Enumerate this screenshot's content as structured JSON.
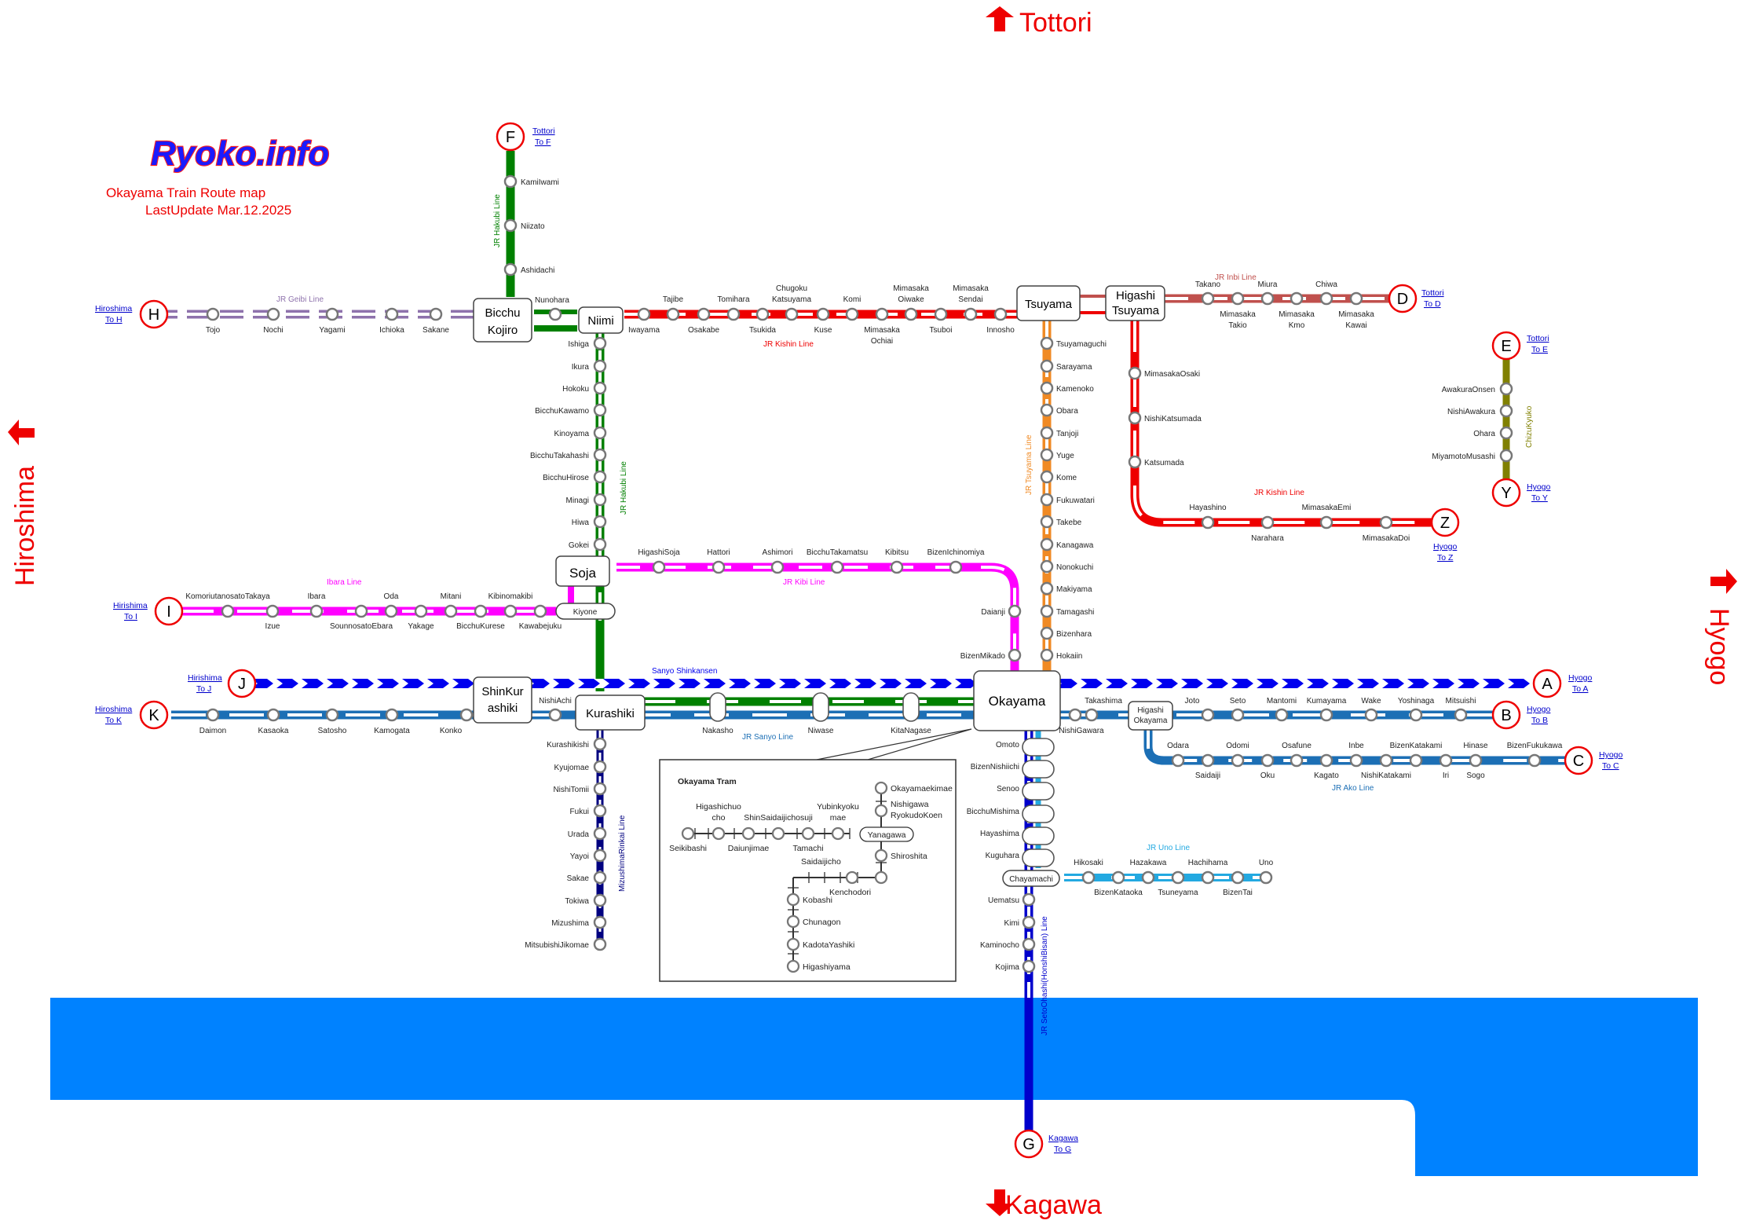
{
  "header": {
    "logo": "Ryoko.info",
    "title": "Okayama Train Route map",
    "updated": "LastUpdate Mar.12.2025"
  },
  "directions": {
    "north": "Tottori",
    "south": "Kagawa",
    "west": "Hiroshima",
    "east": "Hyogo"
  },
  "colors": {
    "hakubi": "#008000",
    "kishin": "#ee0000",
    "inbi": "#c0504d",
    "geibi": "#8e72ac",
    "ibara": "#ff00ff",
    "kibi": "#ff00ff",
    "shinkansen": "#0000ee",
    "sanyo": "#1c6fb5",
    "ako": "#1c6fb5",
    "tsuyama": "#f08a24",
    "uno": "#23a9e1",
    "seto": "#0000cc",
    "mizushima": "#000080",
    "chizu": "#808000",
    "sea": "#0082ff",
    "terminal": "#ee0000"
  },
  "lines": {
    "hakubi_n": "JR Hakubi Line",
    "hakubi_s": "JR Hakubi Line",
    "geibi": "JR Geibi Line",
    "kishin_w": "JR Kishin Line",
    "inbi": "JR Inbi Line",
    "kishin_e": "JR Kishin Line",
    "chizu": "ChizuKyuko",
    "ibara": "Ibara Line",
    "kibi": "JR Kibi Line",
    "shinkansen": "Sanyo Shinkansen",
    "sanyo": "JR Sanyo Line",
    "tsuyama": "JR Tsuyama Line",
    "ako": "JR Ako Line",
    "uno": "JR Uno Line",
    "mizushima": "MizushimaRinkai Line",
    "seto": "JR SetoOhashi(HonshiBisan) Line"
  },
  "hubs": {
    "okayama": "Okayama",
    "soja": "Soja",
    "bicchu_kojiro_1": "Bicchu",
    "bicchu_kojiro_2": "Kojiro",
    "niimi": "Niimi",
    "tsuyama": "Tsuyama",
    "higashi_tsuyama_1": "Higashi",
    "higashi_tsuyama_2": "Tsuyama",
    "shinkurashiki_1": "ShinKur",
    "shinkurashiki_2": "ashiki",
    "kurashiki": "Kurashiki",
    "kiyone": "Kiyone",
    "higashi_okayama_1": "Higashi",
    "higashi_okayama_2": "Okayama",
    "chayamachi": "Chayamachi"
  },
  "terminals": {
    "A": {
      "letter": "A",
      "to": "Hyogo",
      "label": "To A"
    },
    "B": {
      "letter": "B",
      "to": "Hyogo",
      "label": "To B"
    },
    "C": {
      "letter": "C",
      "to": "Hyogo",
      "label": "To C"
    },
    "D": {
      "letter": "D",
      "to": "Tottori",
      "label": "To D"
    },
    "E": {
      "letter": "E",
      "to": "Tottori",
      "label": "To E"
    },
    "F": {
      "letter": "F",
      "to": "Tottori",
      "label": "To F"
    },
    "G": {
      "letter": "G",
      "to": "Kagawa",
      "label": "To G"
    },
    "H": {
      "letter": "H",
      "to": "Hiroshima",
      "label": "To H"
    },
    "I": {
      "letter": "I",
      "to": "Hirishima",
      "label": "To I"
    },
    "J": {
      "letter": "J",
      "to": "Hirishima",
      "label": "To J"
    },
    "K": {
      "letter": "K",
      "to": "Hiroshima",
      "label": "To K"
    },
    "Y": {
      "letter": "Y",
      "to": "Hyogo",
      "label": "To Y"
    },
    "Z": {
      "letter": "Z",
      "to": "Hyogo",
      "label": "To Z"
    }
  },
  "stations": {
    "hakubi_north": [
      "KamiIwami",
      "Niizato",
      "Ashidachi",
      "Nunohara"
    ],
    "hakubi_south": [
      "Ishiga",
      "Ikura",
      "Hokoku",
      "BicchuKawamo",
      "Kinoyama",
      "BicchuTakahashi",
      "BicchuHirose",
      "Minagi",
      "Hiwa",
      "Gokei"
    ],
    "geibi": [
      "Tojo",
      "Nochi",
      "Yagami",
      "Ichioka",
      "Sakane"
    ],
    "kishin_west": [
      "Iwayama",
      "Tajibe",
      "Osakabe",
      "Tomihara",
      "Tsukida",
      "Chugoku",
      "Katsuyama",
      "Kuse",
      "Komi",
      "Mimasaka",
      "Ochiai",
      "Mimasaka",
      "Oiwake",
      "Tsuboi",
      "Mimasaka",
      "Sendai",
      "Innosho"
    ],
    "inbi": [
      "Takano",
      "Mimasaka",
      "Takio",
      "Miura",
      "Mimasaka",
      "Kmo",
      "Chiwa",
      "Mimasaka",
      "Kawai"
    ],
    "kishin_east": [
      "MimasakaOsaki",
      "NishiKatsumada",
      "Katsumada",
      "Hayashino",
      "Narahara",
      "MimasakaEmi",
      "MimasakaDoi"
    ],
    "chizu": [
      "AwakuraOnsen",
      "NishiAwakura",
      "Ohara",
      "MiyamotoMusashi"
    ],
    "tsuyama_line": [
      "Tsuyamaguchi",
      "Sarayama",
      "Kamenoko",
      "Obara",
      "Tanjoji",
      "Yuge",
      "Kome",
      "Fukuwatari",
      "Takebe",
      "Kanagawa",
      "Nonokuchi",
      "Makiyama",
      "Tamagashi",
      "Bizenhara",
      "Hokaiin"
    ],
    "kibi": [
      "HigashiSoja",
      "Hattori",
      "Ashimori",
      "BicchuTakamatsu",
      "Kibitsu",
      "BizenIchinomiya",
      "Daianji",
      "BizenMikado"
    ],
    "ibara": [
      "KomoriutanosatoTakaya",
      "Izue",
      "Ibara",
      "SounnosatoEbara",
      "Oda",
      "Yakage",
      "Mitani",
      "BicchuKurese",
      "Kibinomakibi",
      "Kawabejuku"
    ],
    "sanyo_west": [
      "Daimon",
      "Kasaoka",
      "Satosho",
      "Kamogata",
      "Konko",
      "NishiAchi",
      "Nakasho",
      "Niwase",
      "KitaNagase"
    ],
    "sanyo_east": [
      "Takashima",
      "NishiGawara",
      "Joto",
      "Seto",
      "Mantomi",
      "Kumayama",
      "Wake",
      "Yoshinaga",
      "Mitsuishi"
    ],
    "ako": [
      "Odara",
      "Saidaiji",
      "Odomi",
      "Oku",
      "Osafune",
      "Kagato",
      "Inbe",
      "NishiKatakami",
      "BizenKatakami",
      "Iri",
      "Hinase",
      "Sogo",
      "BizenFukukawa"
    ],
    "uno": [
      "Hikosaki",
      "BizenKataoka",
      "Hazakawa",
      "Tsuneyama",
      "Hachihama",
      "BizenTai",
      "Uno"
    ],
    "seto_ohashi": [
      "Omoto",
      "BizenNishiichi",
      "Senoo",
      "BicchuMishima",
      "Hayashima",
      "Kuguhara",
      "Uematsu",
      "Kimi",
      "Kaminocho",
      "Kojima"
    ],
    "mizushima": [
      "Kurashikishi",
      "Kyujomae",
      "NishiTomii",
      "Fukui",
      "Urada",
      "Yayoi",
      "Sakae",
      "Tokiwa",
      "Mizushima",
      "MitsubishiJikomae"
    ]
  },
  "tram": {
    "title": "Okayama Tram",
    "labels": [
      "Higashichuo",
      "cho",
      "ShinSaidaijichosuji",
      "Yubinkyoku",
      "mae",
      "Seikibashi",
      "Daiunjimae",
      "Tamachi",
      "Yanagawa",
      "Okayamaekimae",
      "Nishigawa",
      "RyokudoKoen",
      "Shiroshita",
      "Saidaijicho",
      "Kenchodori",
      "Kobashi",
      "Chunagon",
      "KadotaYashiki",
      "Higashiyama"
    ]
  }
}
